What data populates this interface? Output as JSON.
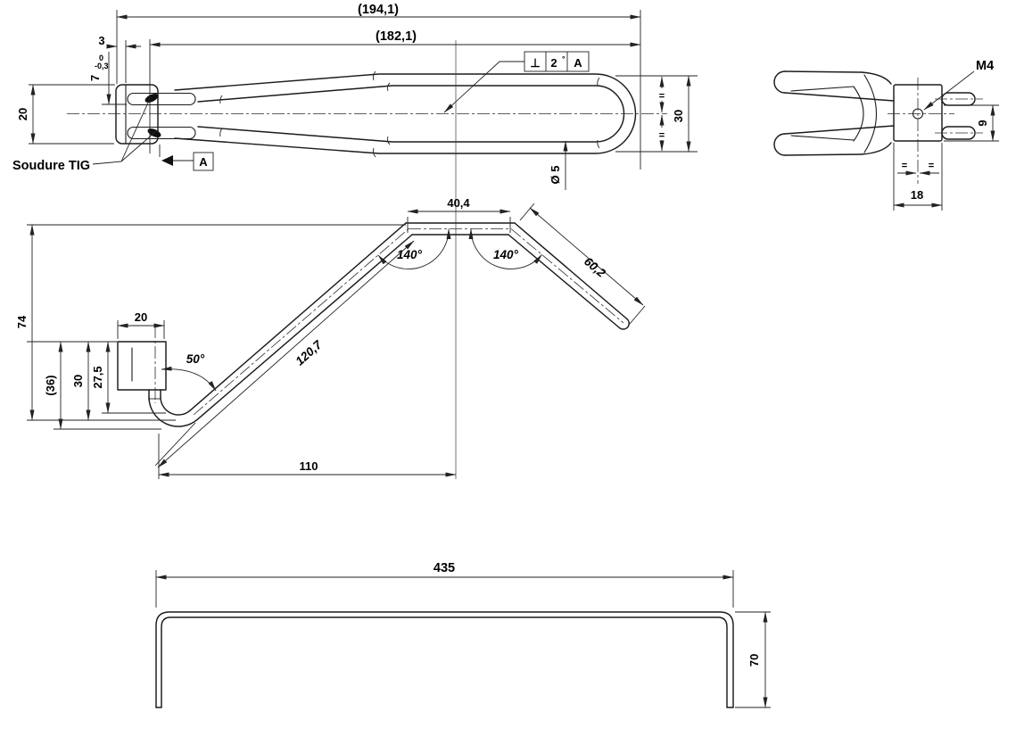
{
  "front_view": {
    "dim_overall": "(194,1)",
    "dim_to_weld": "(182,1)",
    "dim_plate_thickness": "3",
    "dim_height_7": "7",
    "tol_upper": "0",
    "tol_lower": "-0,3",
    "dim_plate_height": "20",
    "dim_loop_width": "30",
    "eq_upper": "=",
    "eq_lower": "=",
    "dim_tube_diameter": "Ø 5",
    "fcf_symbol": "⊥",
    "fcf_value": "2",
    "fcf_degree": "°",
    "fcf_datum": "A",
    "weld_note": "Soudure TIG",
    "datum_label": "A"
  },
  "side_view": {
    "thread_label": "M4",
    "dim_hole_offset": "9",
    "dim_plate_width": "18",
    "eq_left": "=",
    "eq_right": "="
  },
  "profile_view": {
    "dim_flat": "40,4",
    "angle_left": "140°",
    "angle_right": "140°",
    "dim_leg_right": "60,2",
    "dim_total_height": "74",
    "dim_plate": "20",
    "angle_hook": "50°",
    "dim_30": "30",
    "dim_27_5": "27,5",
    "dim_ref_36": "(36)",
    "dim_leg_left": "120,7",
    "dim_span": "110"
  },
  "bottom_view": {
    "dim_width": "435",
    "dim_height": "70"
  }
}
